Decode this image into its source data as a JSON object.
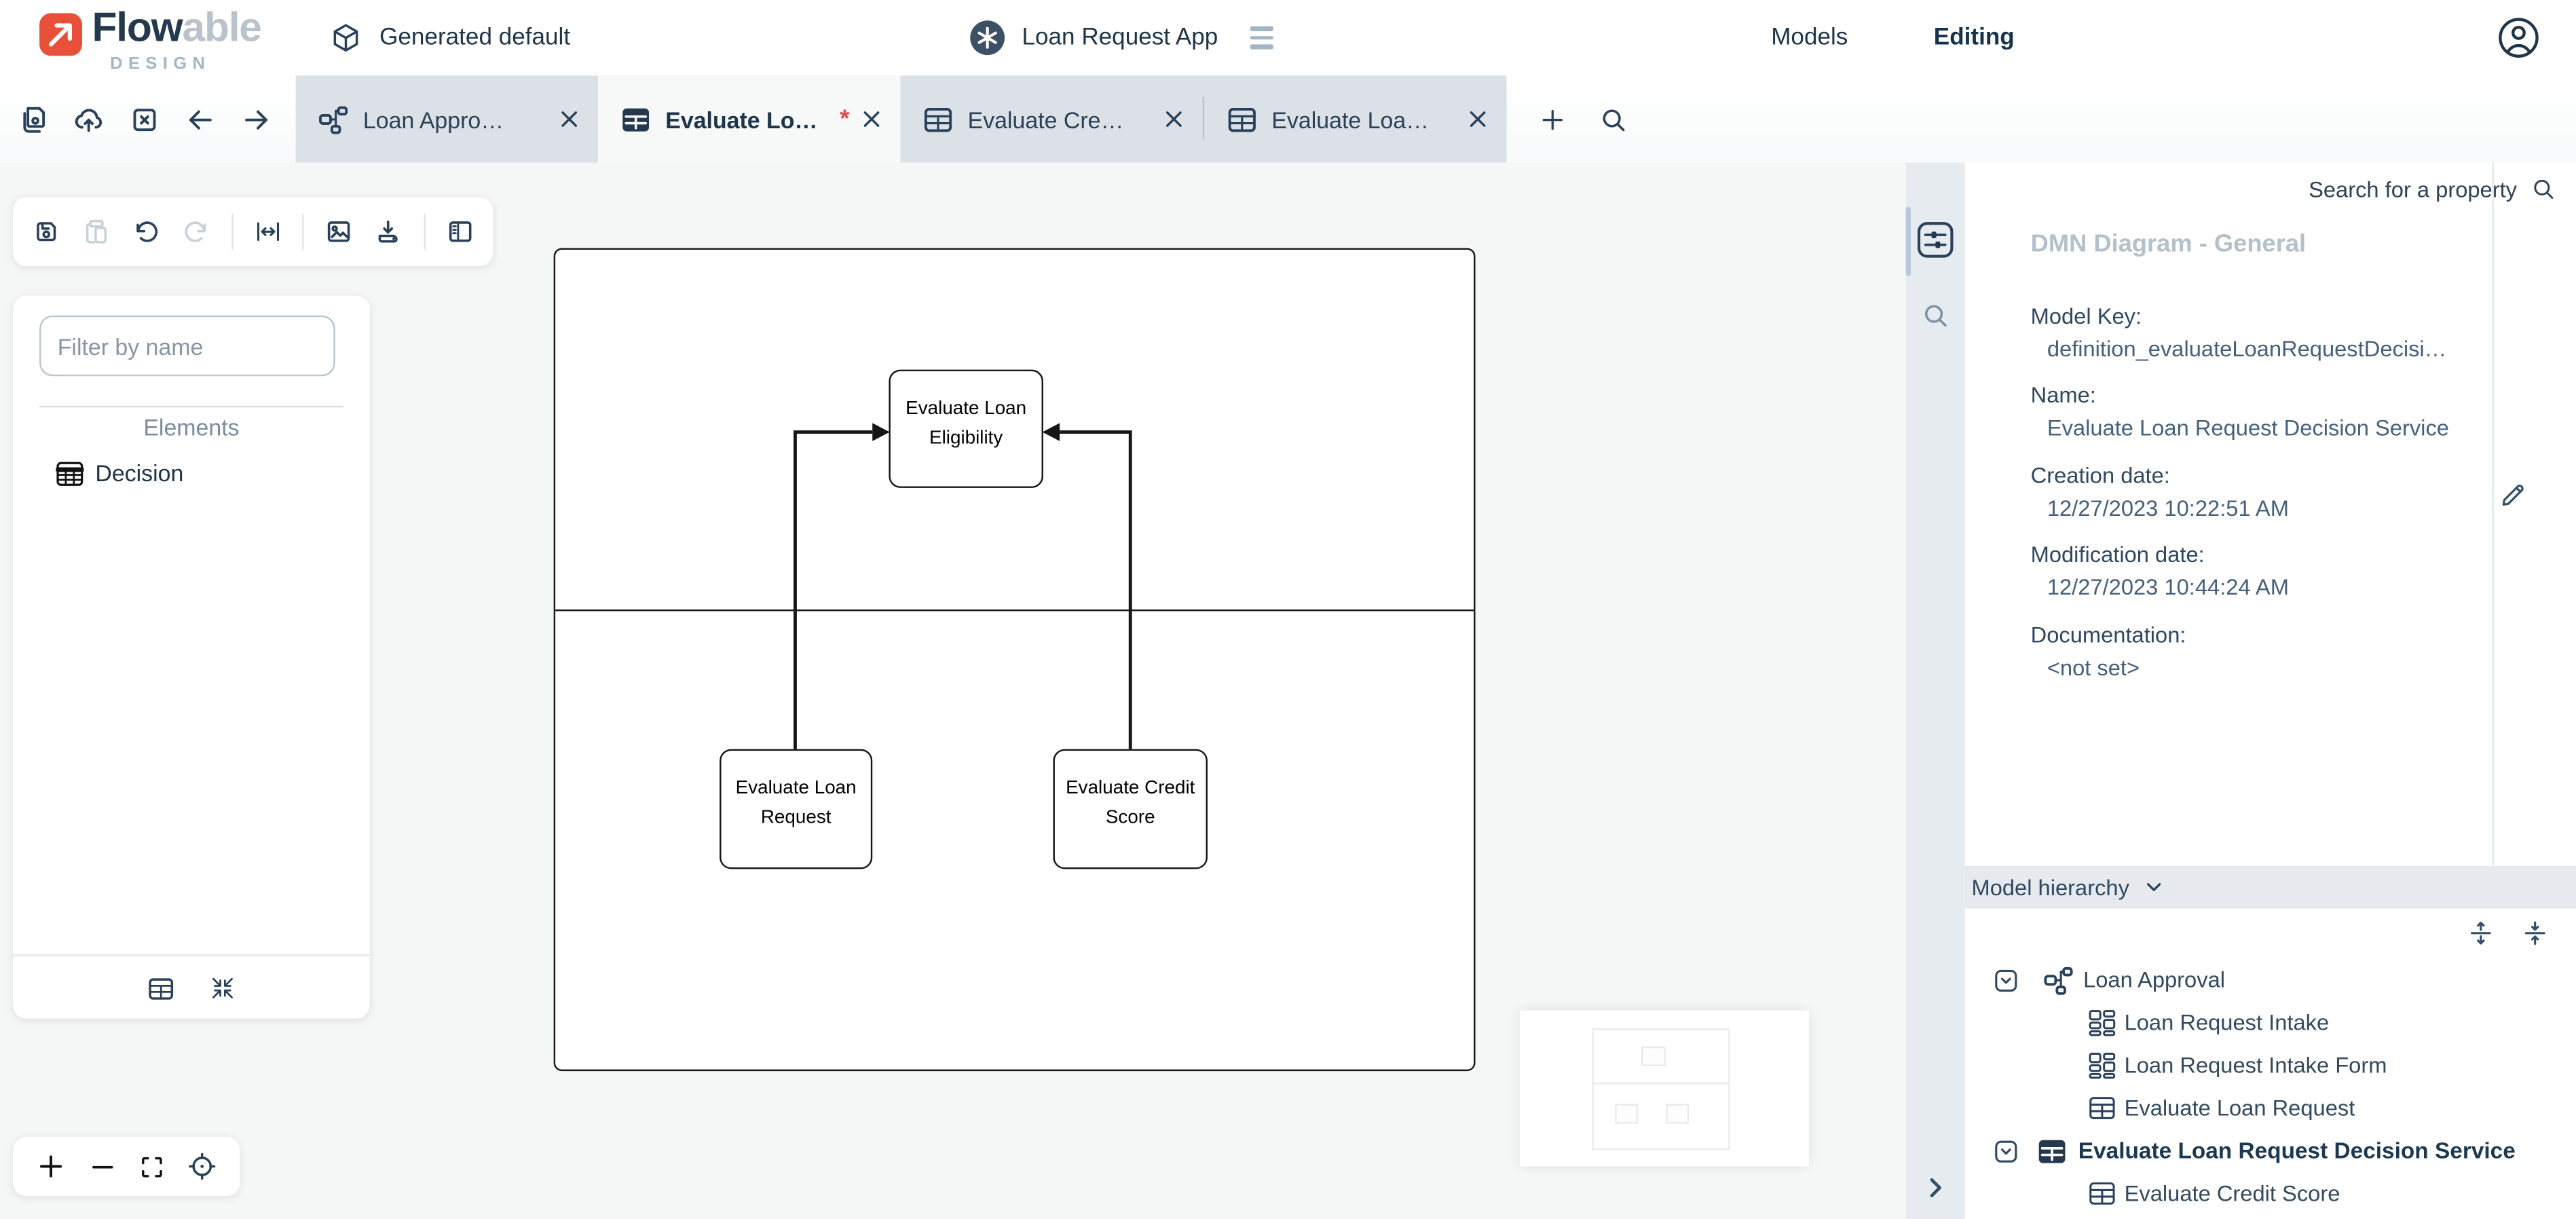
{
  "colors": {
    "brand_red": "#e8503a",
    "dark_navy": "#24384e",
    "dirty_red": "#e5484d",
    "inactive_tab_bg": "#dbe1e6"
  },
  "header": {
    "brand": {
      "name_bold": "Flow",
      "name_light": "able",
      "product": "DESIGN"
    },
    "workspace_label": "Generated default",
    "app_label": "Loan Request App",
    "nav_models": "Models",
    "nav_editing": "Editing"
  },
  "tabs": {
    "items": [
      {
        "label": "Loan Appro…",
        "type": "process",
        "active": false
      },
      {
        "label": "Evaluate Lo…",
        "type": "decision-table",
        "active": true,
        "dirty": "*"
      },
      {
        "label": "Evaluate Cre…",
        "type": "decision-table",
        "active": false
      },
      {
        "label": "Evaluate Loa…",
        "type": "decision-table",
        "active": false
      }
    ]
  },
  "editor_toolbar": {
    "icons": [
      "save",
      "paste",
      "undo",
      "redo",
      "fit-width",
      "export-image",
      "download",
      "toggle-panel"
    ]
  },
  "palette": {
    "filter_placeholder": "Filter by name",
    "section_title": "Elements",
    "items": [
      {
        "label": "Decision",
        "icon": "decision-table"
      }
    ],
    "footer_icons": [
      "decision-table",
      "collapse-palette"
    ]
  },
  "zoom_controls": {
    "icons": [
      "zoom-in",
      "zoom-out",
      "fit-screen",
      "center-target"
    ]
  },
  "diagram": {
    "type": "dmn-decision-service",
    "nodes": [
      {
        "label": "Evaluate Loan Eligibility",
        "role": "output-decision"
      },
      {
        "label": "Evaluate Loan Request",
        "role": "input-decision"
      },
      {
        "label": "Evaluate Credit Score",
        "role": "input-decision"
      }
    ],
    "connections": [
      {
        "from": "Evaluate Loan Request",
        "to": "Evaluate Loan Eligibility"
      },
      {
        "from": "Evaluate Credit Score",
        "to": "Evaluate Loan Eligibility"
      }
    ]
  },
  "props": {
    "search_label": "Search for a property",
    "title": "DMN Diagram - General",
    "fields": [
      {
        "label": "Model Key:",
        "value": "definition_evaluateLoanRequestDecisi…"
      },
      {
        "label": "Name:",
        "value": "Evaluate Loan Request Decision Service"
      },
      {
        "label": "Creation date:",
        "value": "12/27/2023 10:22:51 AM"
      },
      {
        "label": "Modification date:",
        "value": "12/27/2023 10:44:24 AM"
      },
      {
        "label": "Documentation:",
        "value": "<not set>"
      }
    ]
  },
  "hierarchy": {
    "title": "Model hierarchy",
    "items": [
      {
        "label": "Loan Approval",
        "icon": "process",
        "level": 0,
        "expandable": true
      },
      {
        "label": "Loan Request Intake",
        "icon": "form",
        "level": 1
      },
      {
        "label": "Loan Request Intake Form",
        "icon": "form",
        "level": 1
      },
      {
        "label": "Evaluate Loan Request",
        "icon": "decision-table",
        "level": 1
      },
      {
        "label": "Evaluate Loan Request Decision Service",
        "icon": "decision-table-filled",
        "level": 0,
        "expandable": true,
        "selected": true
      },
      {
        "label": "Evaluate Credit Score",
        "icon": "decision-table",
        "level": 1
      }
    ]
  }
}
